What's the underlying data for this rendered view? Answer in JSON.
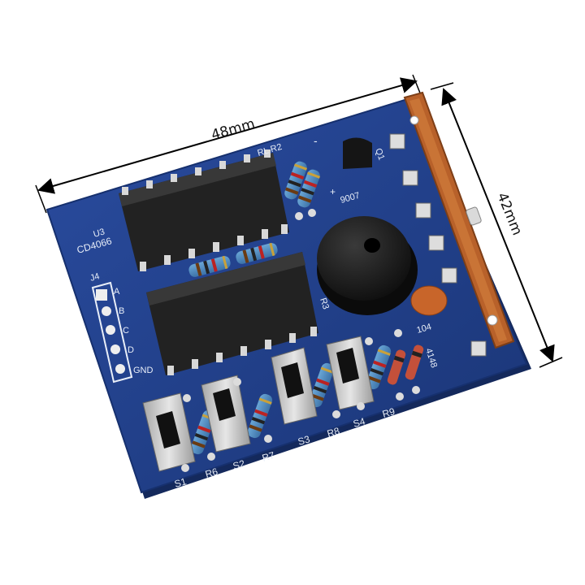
{
  "dimensions": {
    "width_label": "48mm",
    "height_label": "42mm"
  },
  "board": {
    "labels": {
      "u3": "U3",
      "chip": "CD4066",
      "j4": "J4",
      "pin_a": "A",
      "pin_b": "B",
      "pin_c": "C",
      "pin_d": "D",
      "pin_gnd": "GND",
      "rl_r2": "RL R2",
      "minus": "-",
      "plus": "+",
      "q1": "Q1",
      "part_007": "9007",
      "r3": "R3",
      "cap_104": "104",
      "diode_4148": "4148",
      "s1": "S1",
      "s2": "S2",
      "s3": "S3",
      "s4": "S4",
      "r6": "R6",
      "r7": "R7",
      "r8": "R8",
      "r9": "R9"
    },
    "colors": {
      "pcb": "#1f3f8c",
      "pcb_edge": "#16306e",
      "ic": "#222222",
      "relay_board": "#b8612a",
      "buzzer": "#1a1a1a",
      "switch_body": "#c9c9c9"
    }
  }
}
